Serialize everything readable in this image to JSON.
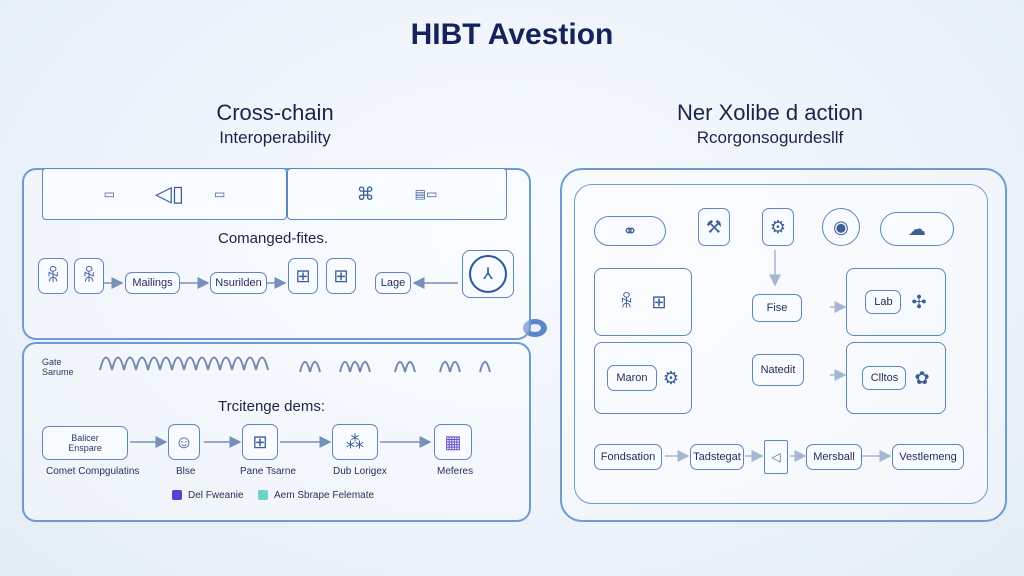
{
  "title": "HIBT Avestion",
  "left": {
    "heading": "Cross-chain",
    "subheading": "Interoperability",
    "section1_label": "Comanged-fites.",
    "section2_label": "Trcitenge dems:",
    "top_row": {
      "box1": "Mailings",
      "box2": "Nsurilden",
      "box3": "Lage"
    },
    "gate_label_top": "Gate",
    "gate_label_bottom": "Sarume",
    "wave_text": "uuuuuuuuuu wv vvw uul",
    "bottom_row": {
      "box1_line1": "Balicer",
      "box1_line2": "Enspare",
      "caption1": "Comet Compgulatins",
      "caption2": "Blse",
      "caption3": "Pane Tsarne",
      "caption4": "Dub Lorigex",
      "caption5": "Meferes"
    },
    "legend": [
      {
        "label": "Del Fweanie",
        "color": "#5b3fd3"
      },
      {
        "label": "Aem Sbrape Felemate",
        "color": "#6fd3c6"
      }
    ]
  },
  "right": {
    "heading": "Ner Xolibe d action",
    "subheading": "Rcorgonsogurdesllf",
    "boxes": {
      "fise": "Fise",
      "lab": "Lab",
      "maron": "Maron",
      "natedit": "Natedit",
      "cllitos": "Clltos"
    },
    "bottom_row": [
      "Fondsation",
      "Tadstegat",
      "Mersball",
      "Vestlemeng"
    ]
  },
  "colors": {
    "accent": "#6f9bd0",
    "title": "#15235a",
    "box_border": "#5d86bd"
  }
}
